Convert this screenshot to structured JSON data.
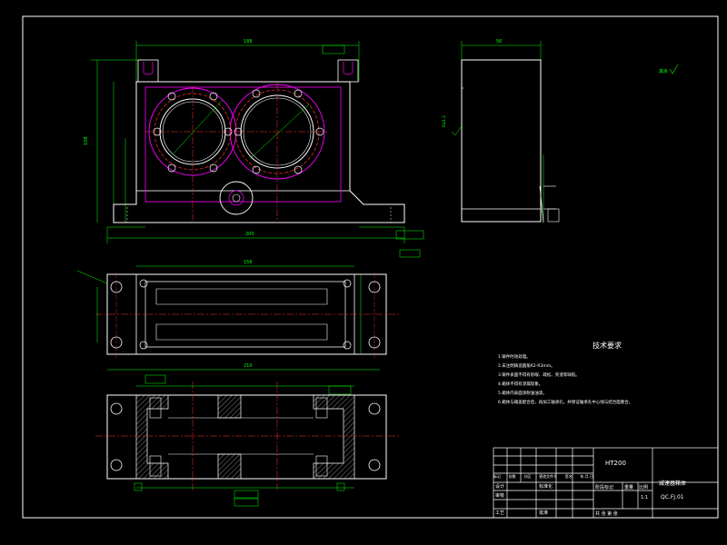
{
  "drawing": {
    "material": "HT200",
    "part_name": "减速器箱体",
    "drawing_no": "QC.FJ.01",
    "scale": "1:1",
    "roughness_note": "其余",
    "tech_req_title": "技术要求",
    "tech_requirements": [
      "1.铸件时效处理。",
      "2.未注明铸造圆角R2-R3mm。",
      "3.铸件表面不得有砂眼、疏松、夹渣等缺陷。",
      "4.箱体不得有渗漏现象。",
      "5.箱体内表面涂耐油油漆。",
      "6.箱体与箱盖配合后，再加工轴承孔，并保证轴承孔中心线与结合面重合。"
    ],
    "front_dims": {
      "overall_width": "188",
      "height": "108",
      "base_width": "200"
    },
    "plan_dims": {
      "inner_width": "156",
      "overall_length": "210"
    },
    "side_dims": {
      "thickness": "56"
    },
    "title_block": {
      "r1": [
        "标记",
        "处数",
        "分区",
        "更改文件号",
        "签名",
        "年.月.日"
      ],
      "design": "设计",
      "standardization": "标准化",
      "review": "审核",
      "process": "工艺",
      "approve": "批准",
      "stage_mark": "阶段标记",
      "weight": "重量",
      "scale_label": "比例",
      "sheets": "共  张  第  张"
    }
  }
}
